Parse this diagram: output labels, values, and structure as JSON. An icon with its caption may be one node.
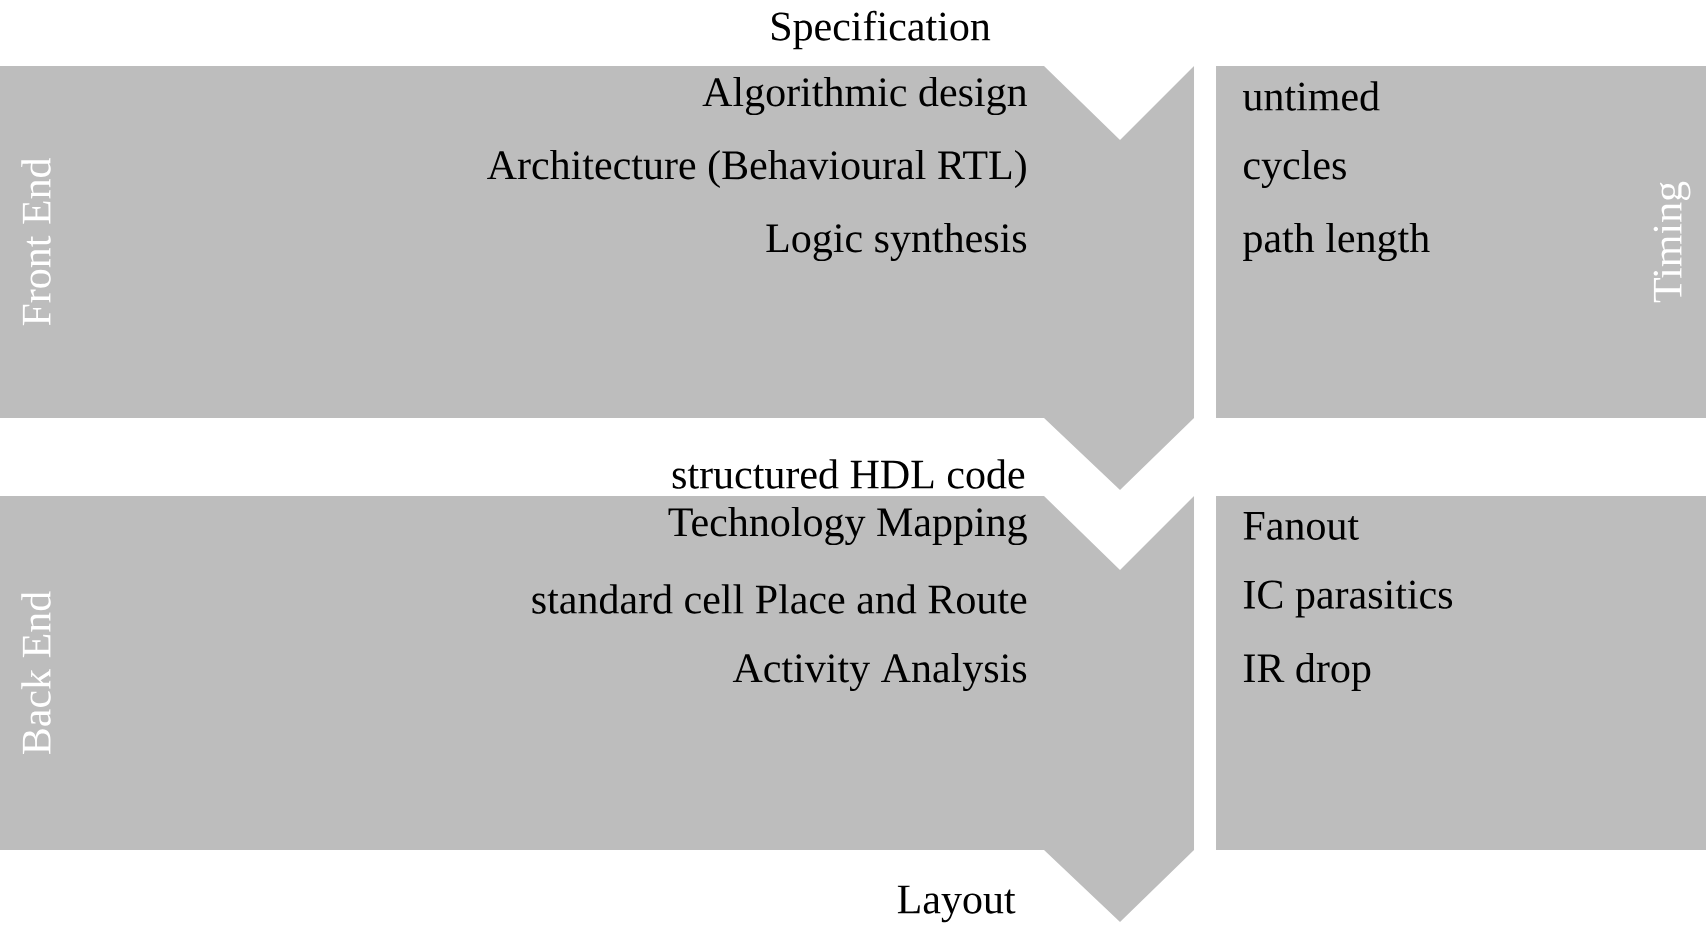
{
  "diagram": {
    "nodes": [
      {
        "text": [
          "Front End",
          "Algorithmic design",
          "Architecture (Behavioural RTL)",
          "Logic synthesis"
        ]
      },
      {
        "text": [
          "Timing",
          "untimed",
          "cycles",
          "path length"
        ]
      },
      {
        "text": [
          "Back End",
          "Technology Mapping",
          "standard cell Place and Route",
          "Activity Analysis"
        ]
      },
      {
        "text": [
          "Fanout",
          "IC parasitics",
          "IR drop"
        ]
      }
    ],
    "labels": [
      "Specification",
      "structured HDL code",
      "Layout"
    ]
  }
}
